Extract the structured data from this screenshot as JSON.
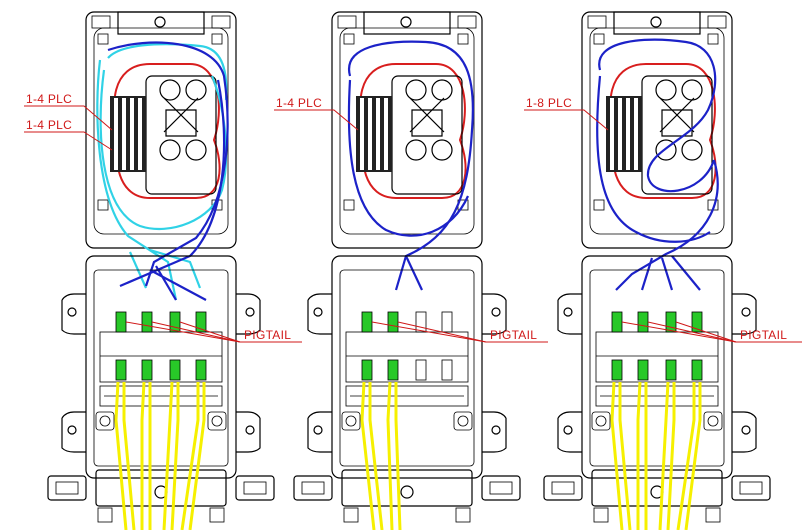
{
  "colors": {
    "outline": "#000000",
    "label": "#d01818",
    "loop_red": "#d81e1e",
    "fiber_blue": "#1c22c8",
    "fiber_cyan": "#30d2e6",
    "connector_green": "#28c828",
    "pigtail_yellow": "#f6f000"
  },
  "panels": [
    {
      "splitter_labels": [
        "1-4 PLC",
        "1-4 PLC"
      ],
      "pigtail_label": "PIGTAIL",
      "fiber_colors": [
        "cyan",
        "blue"
      ],
      "connector_count": 4
    },
    {
      "splitter_labels": [
        "1-4 PLC"
      ],
      "pigtail_label": "PIGTAIL",
      "fiber_colors": [
        "blue"
      ],
      "connector_count": 2
    },
    {
      "splitter_labels": [
        "1-8 PLC"
      ],
      "pigtail_label": "PIGTAIL",
      "fiber_colors": [
        "blue"
      ],
      "connector_count": 4
    }
  ]
}
